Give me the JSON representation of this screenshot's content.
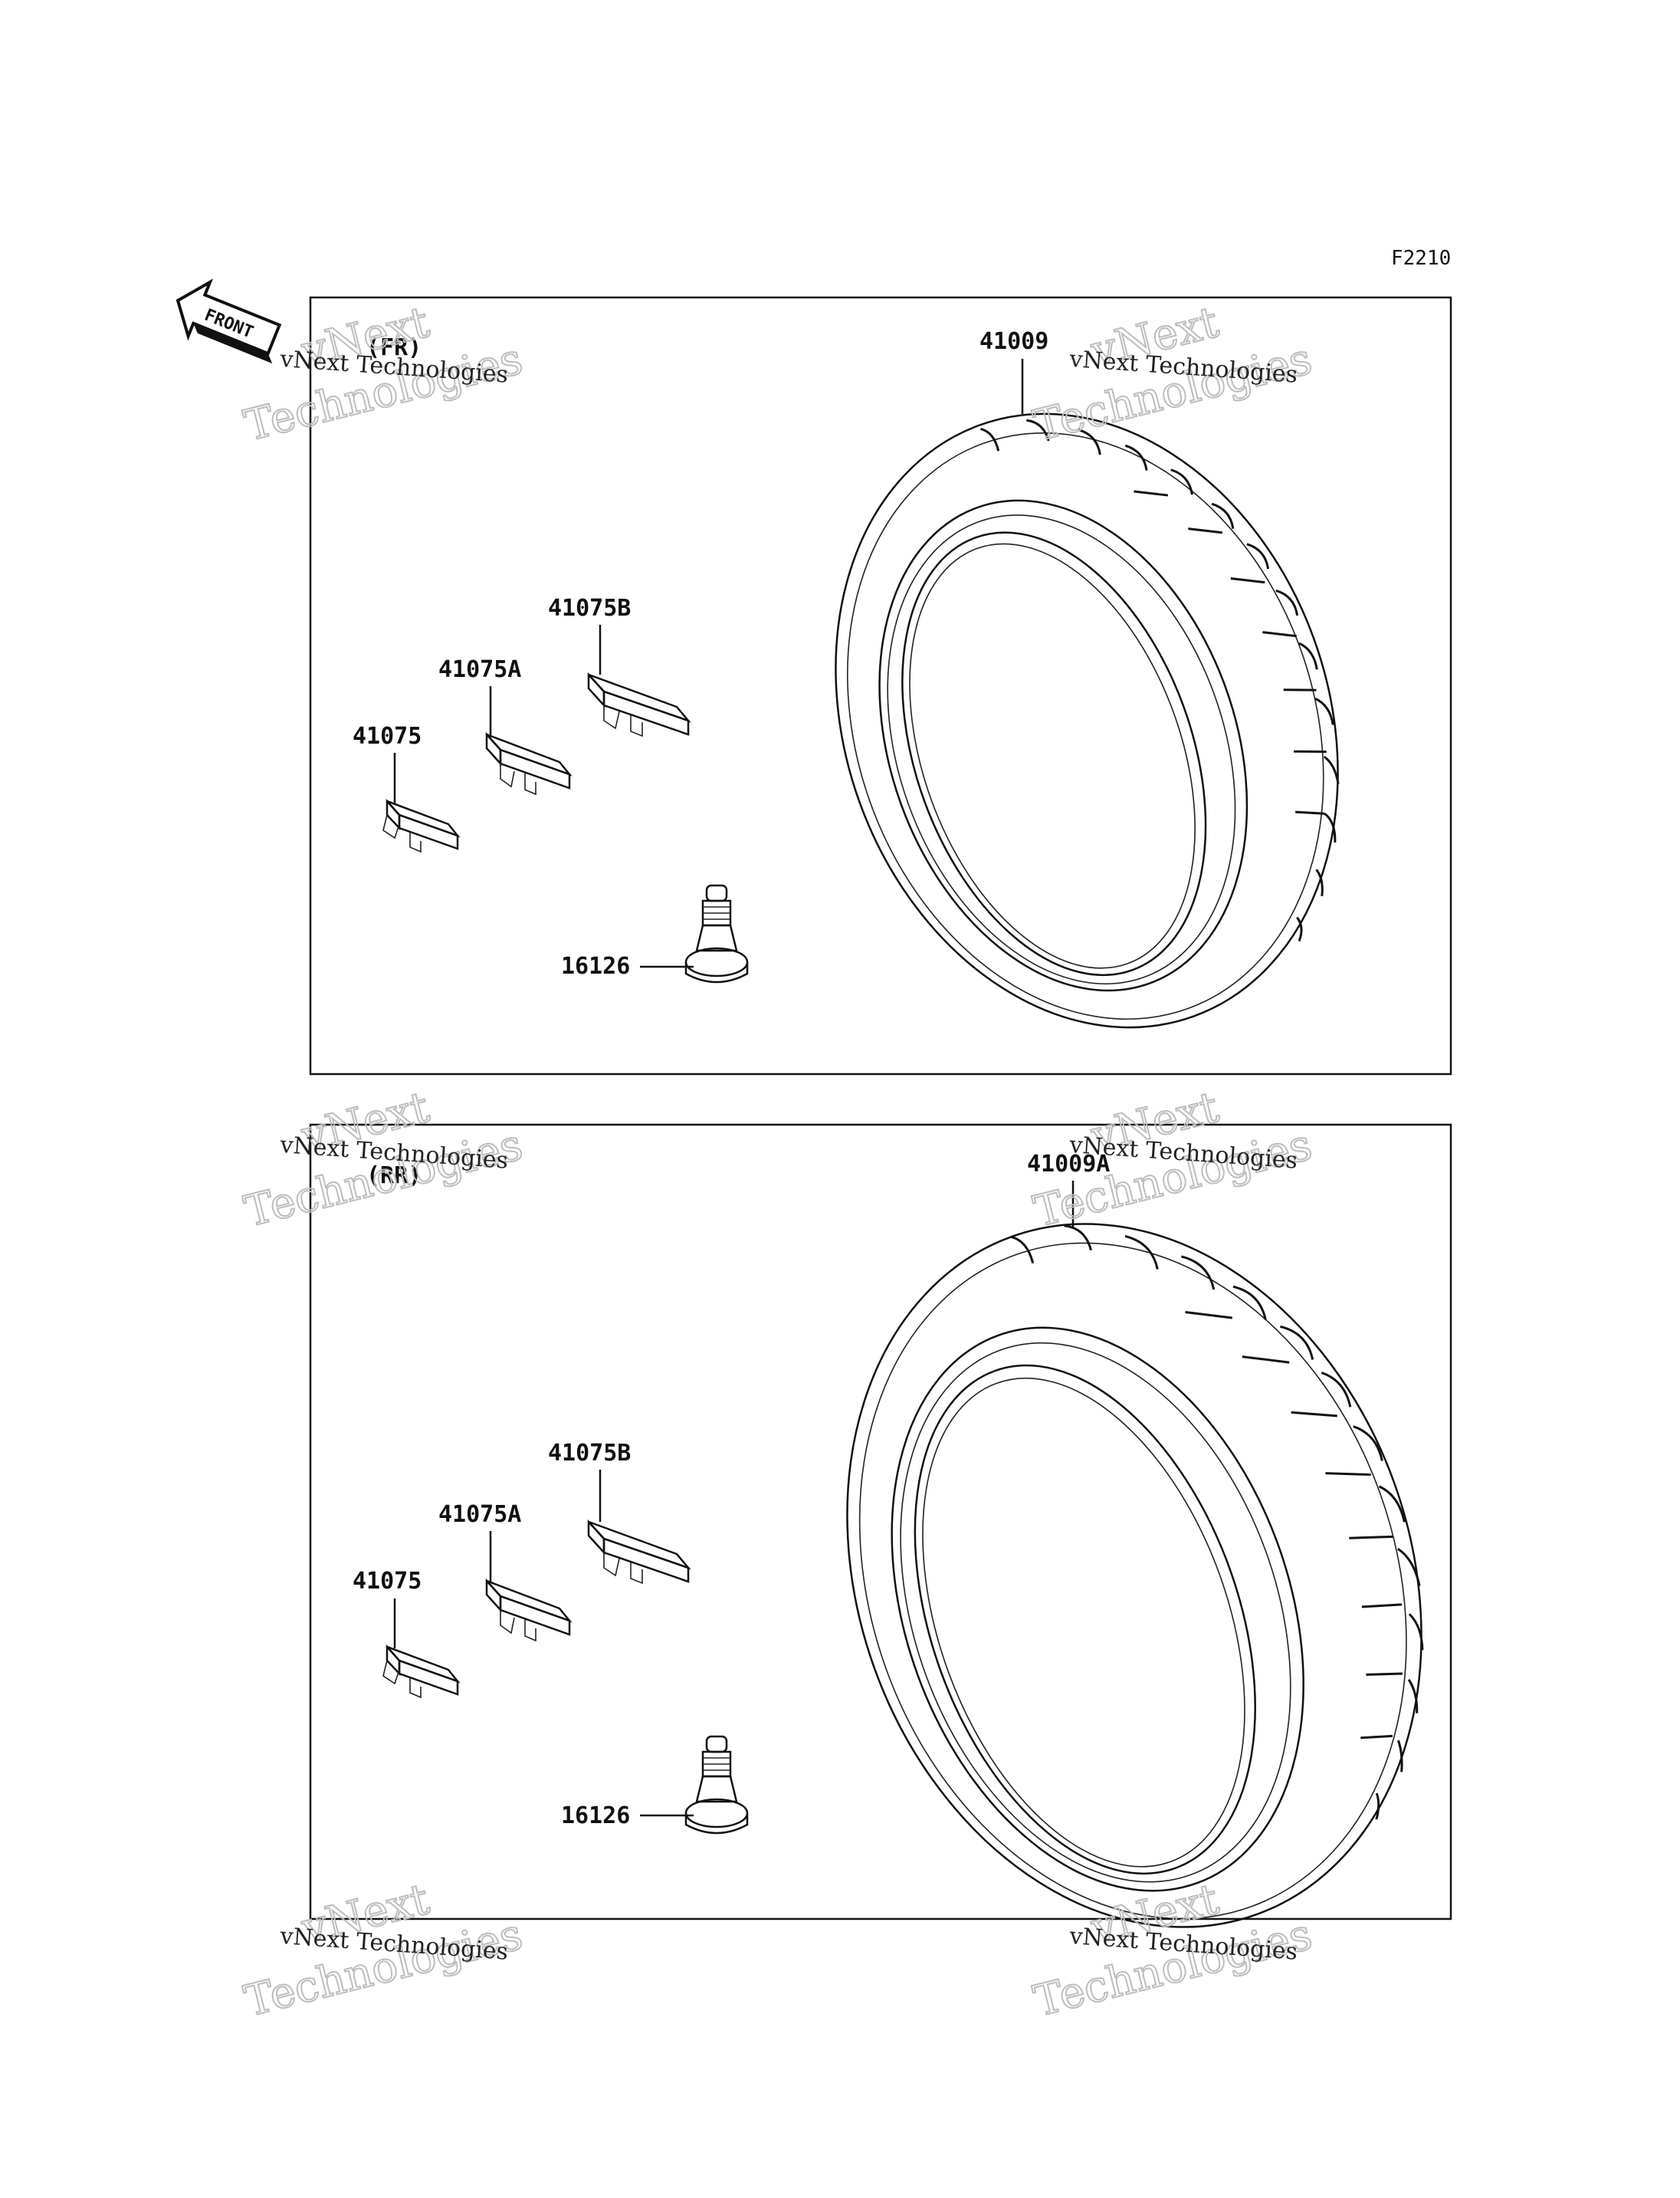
{
  "figure_ref": "F2210",
  "front_label": "FRONT",
  "watermark": {
    "small": "vNext Technologies",
    "big_line1": "vNext",
    "big_line2": "Technologies"
  },
  "panels": [
    {
      "section": "(FR)",
      "tire_part": "41009",
      "weight_parts": [
        "41075",
        "41075A",
        "41075B"
      ],
      "valve_part": "16126"
    },
    {
      "section": "(RR)",
      "tire_part": "41009A",
      "weight_parts": [
        "41075",
        "41075A",
        "41075B"
      ],
      "valve_part": "16126"
    }
  ]
}
